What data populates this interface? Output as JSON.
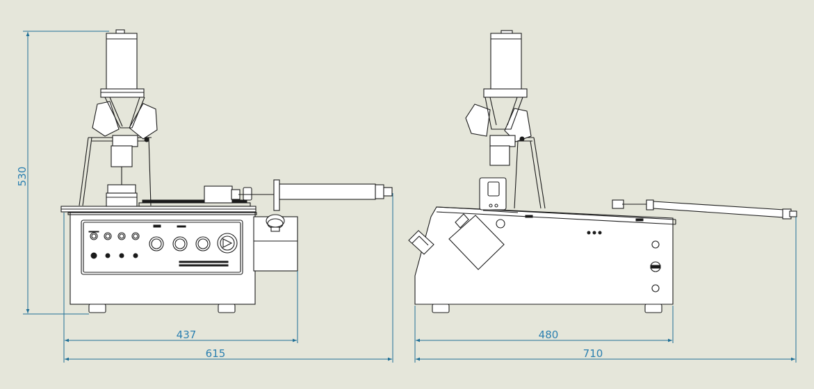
{
  "dimensions": {
    "front_height": "530",
    "front_base_width": "437",
    "front_overall_width": "615",
    "side_base_length": "480",
    "side_overall_length": "710"
  },
  "colors": {
    "background": "#e5e6da",
    "dimension_line": "#1f6f96",
    "dimension_text": "#2a7fb0",
    "outline": "#1a1a1a"
  }
}
